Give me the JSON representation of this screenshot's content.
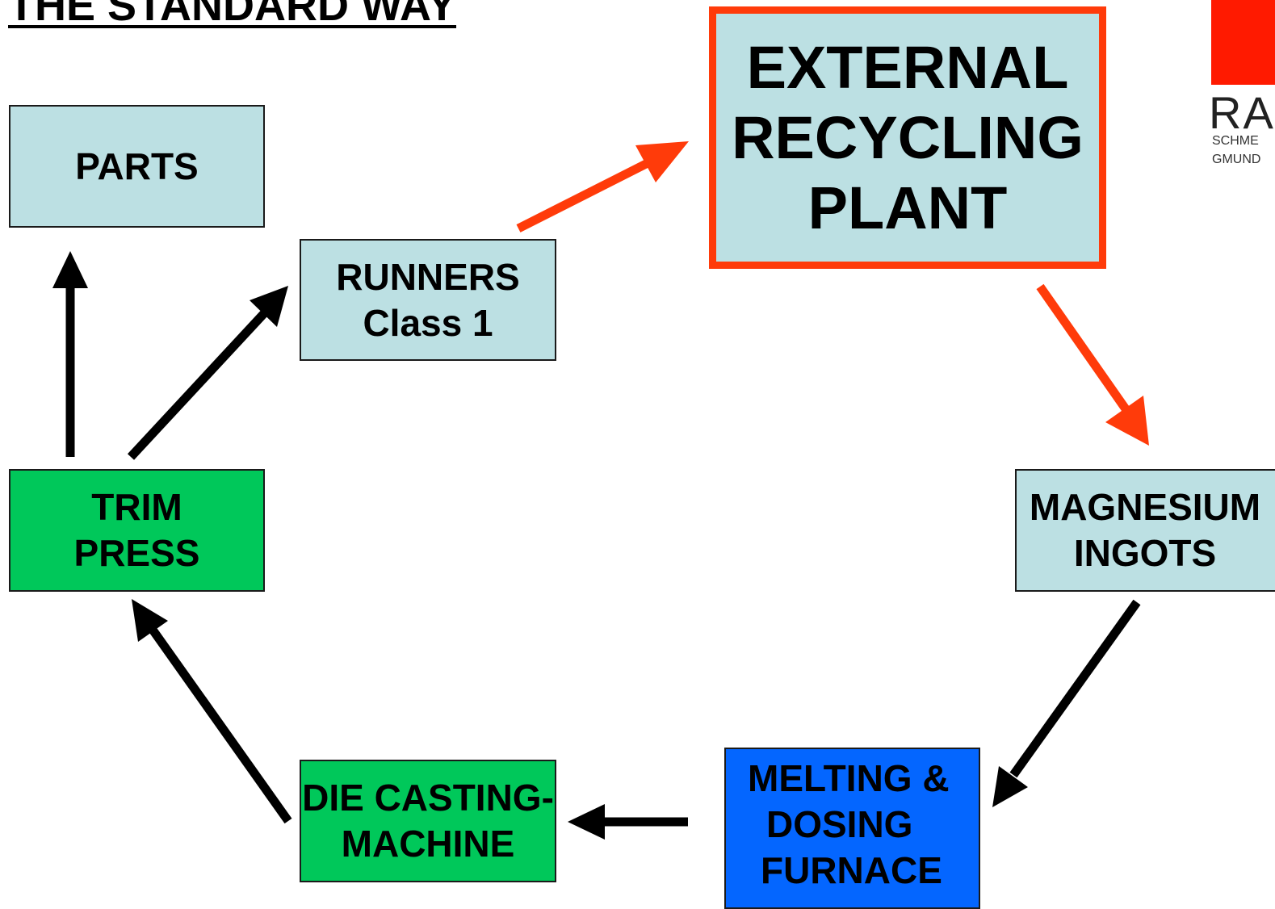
{
  "title": "THE STANDARD WAY",
  "logo": {
    "name": "RA",
    "line1": "SCHME",
    "line2": "GMUND"
  },
  "boxes": {
    "parts": {
      "lines": [
        "PARTS"
      ]
    },
    "runners": {
      "lines": [
        "RUNNERS",
        "Class 1"
      ]
    },
    "external": {
      "lines": [
        "EXTERNAL",
        "RECYCLING",
        "PLANT"
      ]
    },
    "trim": {
      "lines": [
        "TRIM",
        "PRESS"
      ]
    },
    "ingots": {
      "lines": [
        "MAGNESIUM",
        "INGOTS"
      ]
    },
    "die": {
      "lines": [
        "DIE CASTING-",
        "MACHINE"
      ]
    },
    "melting": {
      "lines": [
        "MELTING &",
        "DOSING",
        "FURNACE"
      ]
    }
  },
  "colors": {
    "light_box": "#bce0e3",
    "process_green": "#00c85a",
    "furnace_blue": "#0466ff",
    "recycling_accent": "#ff3b0a",
    "logo_red": "#ff1a00"
  }
}
